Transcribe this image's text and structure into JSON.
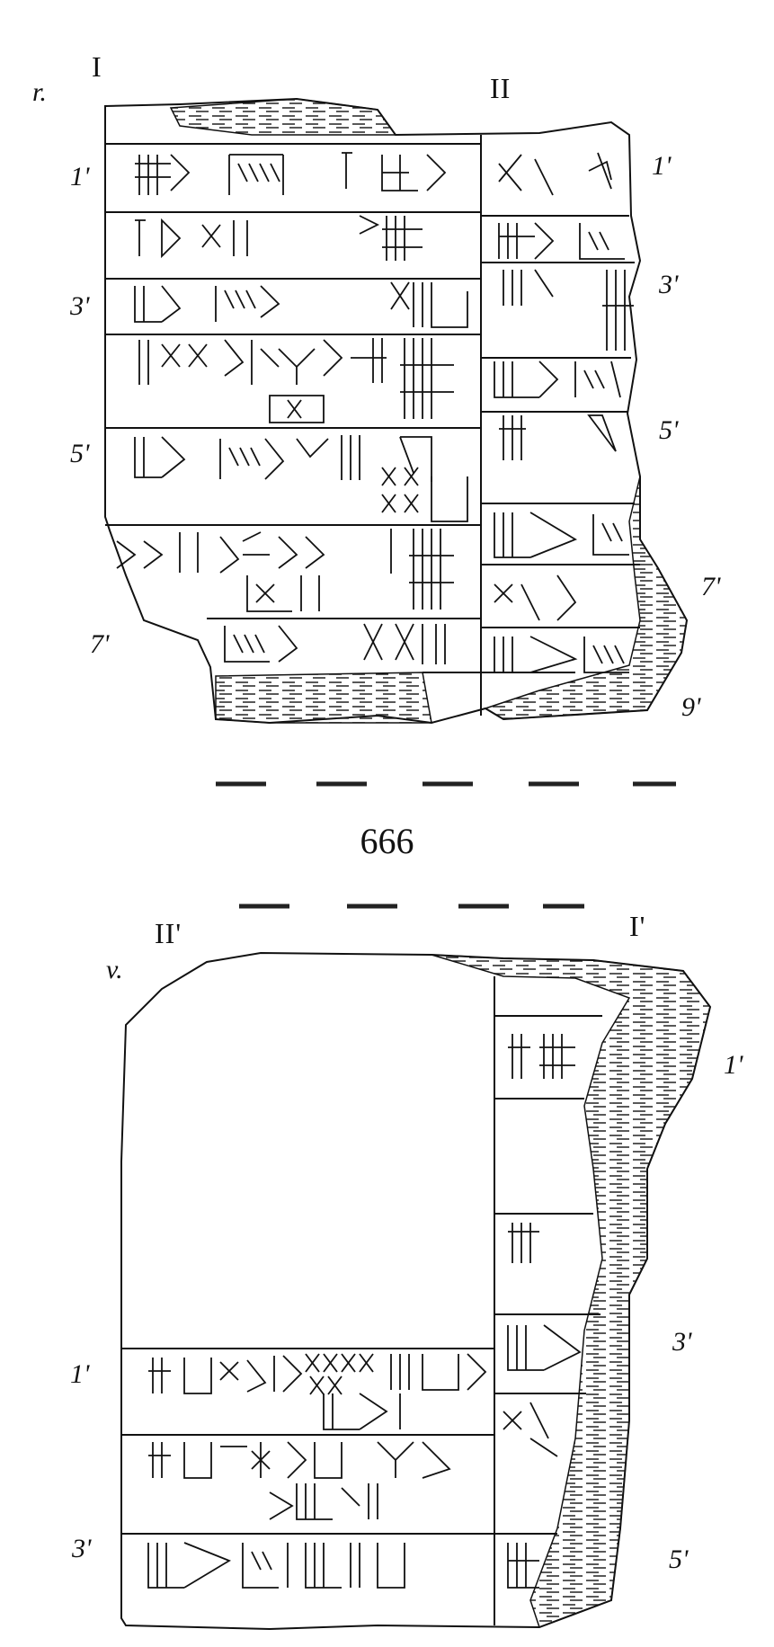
{
  "obverse": {
    "face_label": "r.",
    "column_left": "I",
    "column_right": "II",
    "left_lines": [
      "1'",
      "3'",
      "5'",
      "7'"
    ],
    "right_lines": [
      "1'",
      "3'",
      "5'",
      "7'",
      "9'"
    ]
  },
  "page_number": "666",
  "reverse": {
    "face_label": "v.",
    "column_left": "II'",
    "column_right": "I'",
    "left_lines": [
      "1'",
      "3'"
    ],
    "right_lines": [
      "1'",
      "3'",
      "5'"
    ]
  },
  "colors": {
    "ink": "#111111",
    "paper": "#ffffff"
  }
}
